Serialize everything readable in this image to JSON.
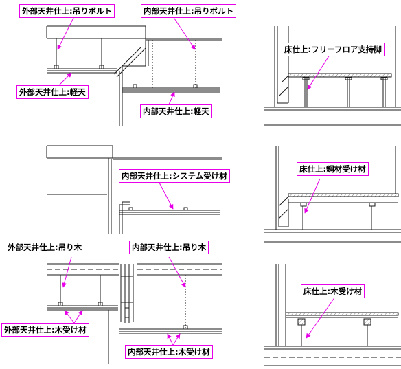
{
  "accent_color": "#e800e8",
  "line_color": "#1a1a1a",
  "labels": {
    "l1": "外部天井仕上:吊りボルト",
    "l2": "内部天井仕上:吊りボルト",
    "l3": "外部天井仕上:軽天",
    "l4": "内部天井仕上:軽天",
    "l5": "床仕上:フリーフロア支持脚",
    "l6": "内部天井仕上:システム受け材",
    "l7": "床仕上:鋼材受け材",
    "l8": "外部天井仕上:吊り木",
    "l9": "内部天井仕上:吊り木",
    "l10": "床仕上:木受け材",
    "l11": "外部天井仕上:木受け材",
    "l12": "内部天井仕上:木受け材"
  }
}
